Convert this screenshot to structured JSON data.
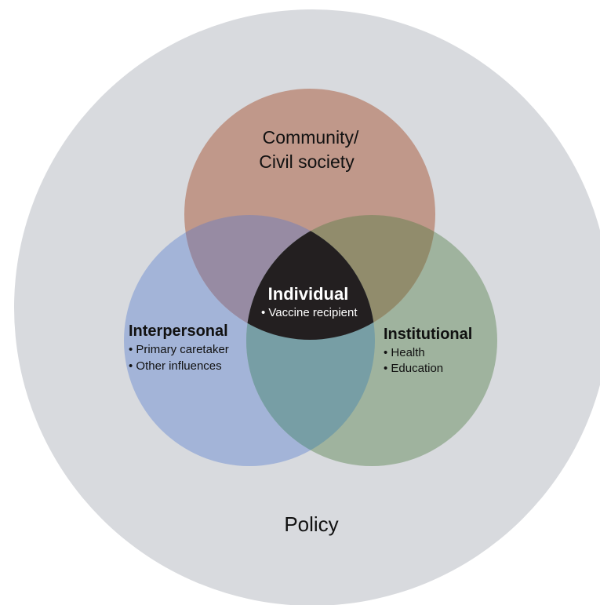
{
  "diagram": {
    "outer": {
      "label": "Policy",
      "color": "#d8dade"
    },
    "community": {
      "title_line1": "Community/",
      "title_line2": "Civil society",
      "color": "#c0988a"
    },
    "interpersonal": {
      "title": "Interpersonal",
      "bullets": [
        "• Primary caretaker",
        "• Other influences"
      ],
      "color": "#a3b4d8"
    },
    "institutional": {
      "title": "Institutional",
      "bullets": [
        "• Health",
        "• Education"
      ],
      "color": "#9fb39e"
    },
    "individual": {
      "title": "Individual",
      "bullets": [
        "• Vaccine recipient"
      ],
      "color": "#231f20"
    },
    "overlaps": {
      "community_interpersonal": "#978ba3",
      "community_institutional": "#918c6c",
      "interpersonal_institutional": "#779ea5"
    }
  }
}
